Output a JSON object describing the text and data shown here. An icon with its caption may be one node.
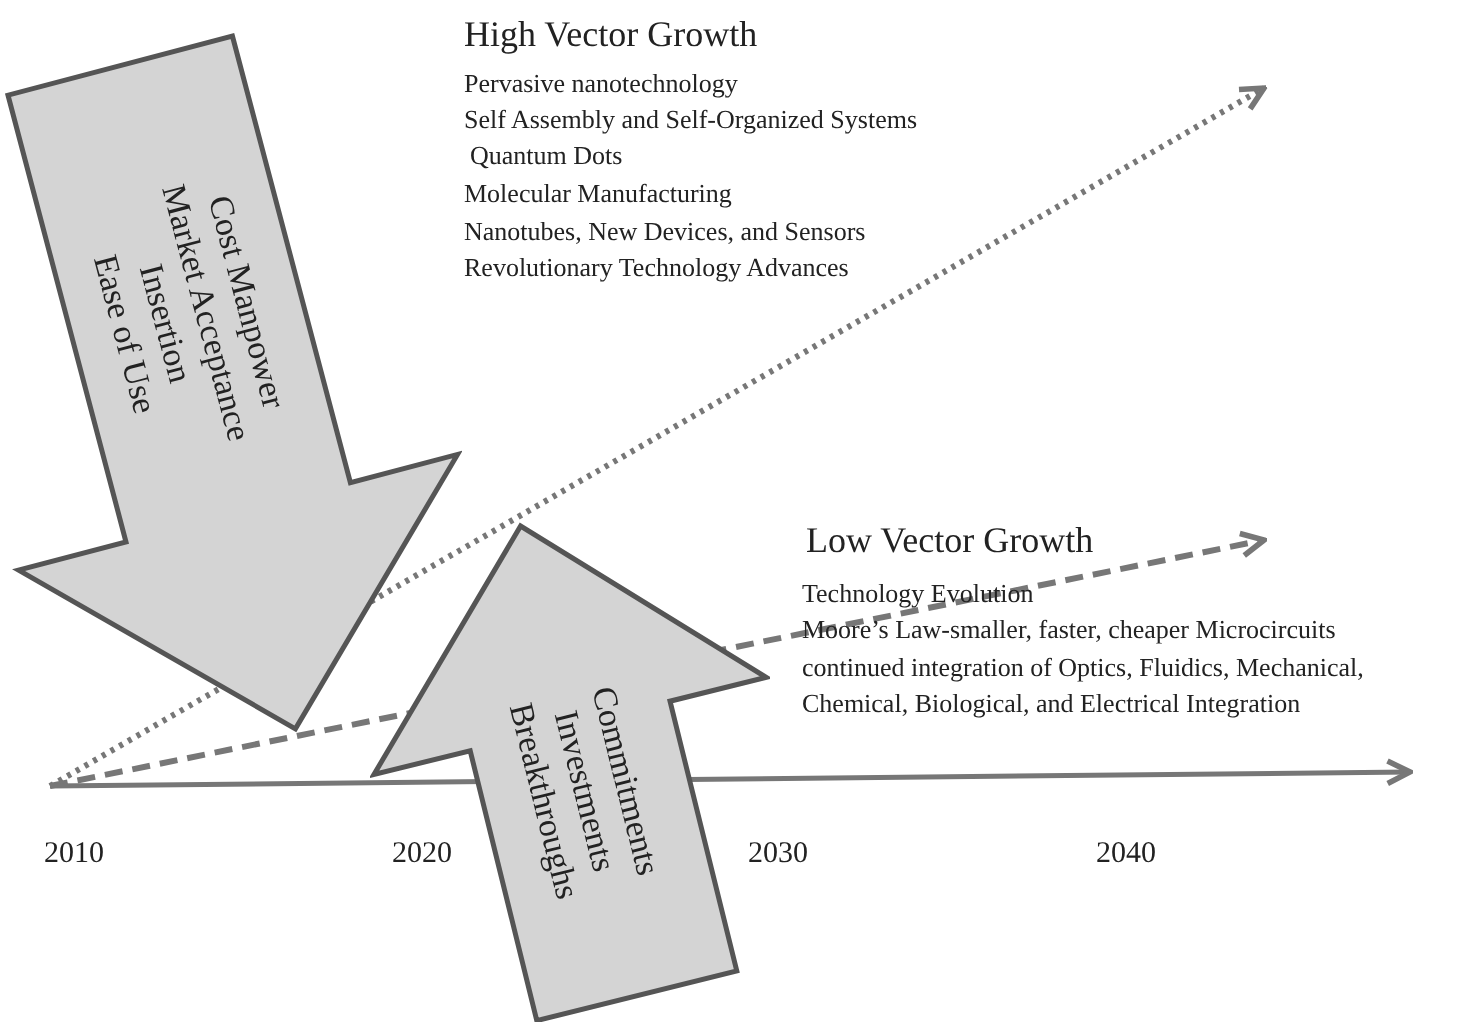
{
  "diagram": {
    "nodes": [
      {
        "text": [
          "Cost Manpower",
          "Market Acceptance",
          "Insertion",
          "Ease of Use"
        ]
      },
      {
        "text": [
          "Commitments",
          "Investments",
          "Breakthroughs"
        ]
      }
    ],
    "labels": [
      "High Vector Growth",
      "Pervasive nanotechnology",
      "Self Assembly and Self-Organized Systems",
      "Quantum Dots",
      "Molecular Manufacturing",
      "Nanotubes, New Devices, and Sensors",
      "Revolutionary Technology Advances",
      "Low Vector Growth",
      "Technology Evolution",
      "Moore’s Law-smaller, faster, cheaper Microcircuits",
      "continued integration of Optics, Fluidics, Mechanical, Chemical, Biological, and Electrical Integration",
      "2010",
      "2020",
      "2030",
      "2040"
    ]
  }
}
